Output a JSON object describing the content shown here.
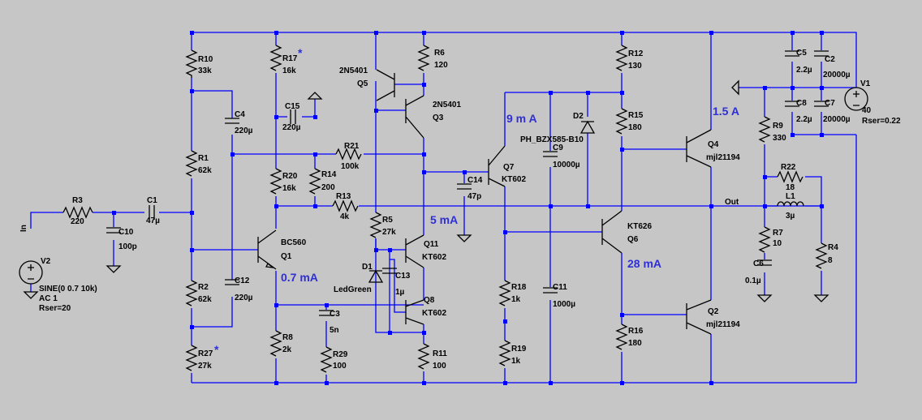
{
  "labels": {
    "in": "In",
    "out": "Out",
    "r3": "R3",
    "r3_v": "220",
    "c1": "C1",
    "c1_v": "47µ",
    "c10": "C10",
    "c10_v": "100p",
    "v2": "V2",
    "v2_a": "SINE(0 0.7 10k)",
    "v2_b": "AC 1",
    "v2_c": "Rser=20",
    "r10": "R10",
    "r10_v": "33k",
    "r1": "R1",
    "r1_v": "62k",
    "r2": "R2",
    "r2_v": "62k",
    "r27": "R27",
    "r27_v": "27k",
    "c4": "C4",
    "c4_v": "220µ",
    "c12": "C12",
    "c12_v": "220µ",
    "r17": "R17",
    "r17_v": "16k",
    "c15": "C15",
    "c15_v": "220µ",
    "r21": "R21",
    "r21_v": "100k",
    "r20": "R20",
    "r20_v": "16k",
    "r14": "R14",
    "r14_v": "200",
    "r13": "R13",
    "r13_v": "4k",
    "q1_t": "BC560",
    "q1": "Q1",
    "r8": "R8",
    "r8_v": "2k",
    "c3": "C3",
    "c3_v": "5n",
    "r29": "R29",
    "r29_v": "100",
    "q5_t": "2N5401",
    "q5": "Q5",
    "r6": "R6",
    "r6_v": "120",
    "q3_t": "2N5401",
    "q3": "Q3",
    "r5": "R5",
    "r5_v": "27k",
    "d1": "D1",
    "d1_t": "LedGreen",
    "c13": "C13",
    "c13_v": "1µ",
    "q11": "Q11",
    "q11_t": "KT602",
    "q8": "Q8",
    "q8_t": "KT602",
    "r11": "R11",
    "r11_v": "100",
    "c14": "C14",
    "c14_v": "47p",
    "q7": "Q7",
    "q7_t": "KT602",
    "d2": "D2",
    "d2_t": "PH_BZX585-B10",
    "c9": "C9",
    "c9_v": "10000µ",
    "r18": "R18",
    "r18_v": "1k",
    "r19": "R19",
    "r19_v": "1k",
    "c11": "C11",
    "c11_v": "1000µ",
    "r12": "R12",
    "r12_v": "130",
    "r15": "R15",
    "r15_v": "180",
    "q6_t": "KT626",
    "q6": "Q6",
    "r16": "R16",
    "r16_v": "180",
    "q4": "Q4",
    "q4_t": "mjl21194",
    "q2": "Q2",
    "q2_t": "mjl21194",
    "c5": "C5",
    "c5_v": "2.2µ",
    "c2": "C2",
    "c2_v": "20000µ",
    "c8": "C8",
    "c8_v": "2.2µ",
    "c7": "C7",
    "c7_v": "20000µ",
    "v1": "V1",
    "v1_v": "40",
    "v1_r": "Rser=0.22",
    "r9": "R9",
    "r9_v": "330",
    "r22": "R22",
    "r22_v": "18",
    "l1": "L1",
    "l1_v": "3µ",
    "r7": "R7",
    "r7_v": "10",
    "c6": "C6",
    "c6_v": "0.1µ",
    "r4": "R4",
    "r4_v": "8"
  },
  "annotations": {
    "i_q1": "0.7 mA",
    "i_vas": "5 mA",
    "i_q7": "9 m A",
    "i_q6": "28 mA",
    "i_out": "1.5 A",
    "star": "*"
  },
  "colors": {
    "background": "#c6c6c6",
    "wire": "#0000ff",
    "component": "#000000",
    "annotation": "#2f2fd7"
  }
}
